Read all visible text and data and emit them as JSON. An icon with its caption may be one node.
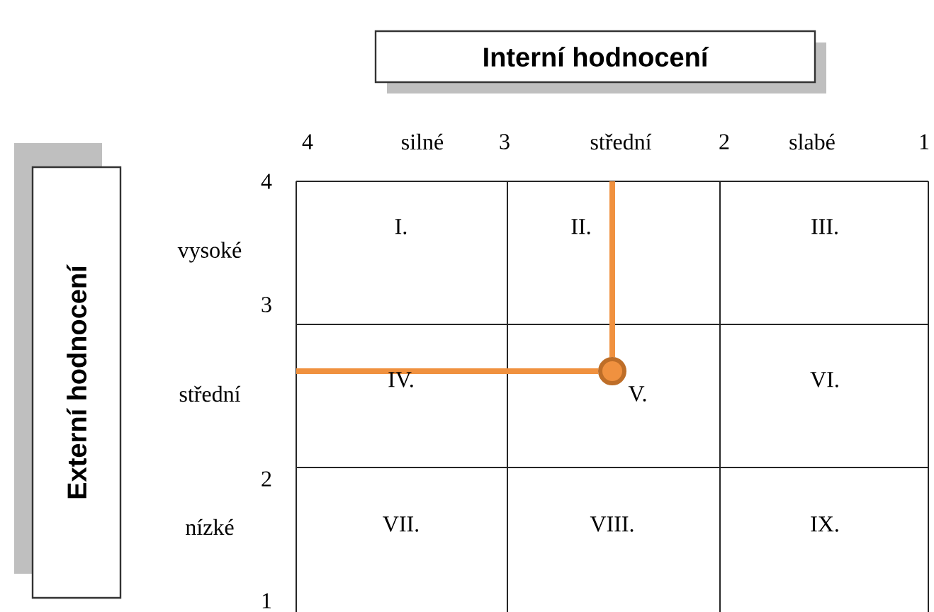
{
  "diagram": {
    "nodes": [
      {
        "text": [
          "Interní hodnocení"
        ]
      },
      {
        "text": [
          "Externí hodnocení"
        ]
      },
      {
        "text": [],
        "shape": "circle"
      }
    ],
    "edges": [
      {
        "from": null,
        "to": 2,
        "arrow": "none",
        "color": "#f0913f"
      },
      {
        "from": null,
        "to": 2,
        "arrow": "none",
        "color": "#f0913f"
      }
    ],
    "labels": [
      "4",
      "silné",
      "3",
      "střední",
      "2",
      "slabé",
      "1",
      "4",
      "vysoké",
      "3",
      "střední",
      "2",
      "nízké",
      "1",
      "I.",
      "II.",
      "III.",
      "IV.",
      "V.",
      "VI.",
      "VII.",
      "VIII.",
      "IX."
    ]
  }
}
